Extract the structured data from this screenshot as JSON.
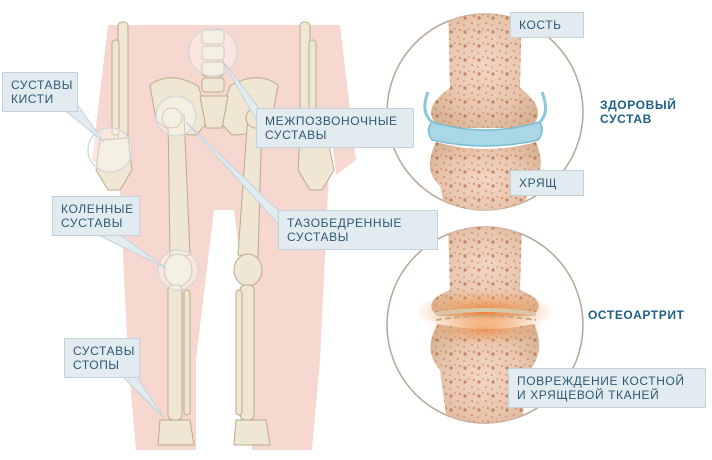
{
  "labels": {
    "hand": [
      "СУСТАВЫ",
      "КИСТИ"
    ],
    "spine": [
      "МЕЖПОЗВОНОЧНЫЕ",
      "СУСТАВЫ"
    ],
    "knee": [
      "КОЛЕННЫЕ",
      "СУСТАВЫ"
    ],
    "hip": [
      "ТАЗОБЕДРЕННЫЕ",
      "СУСТАВЫ"
    ],
    "foot": [
      "СУСТАВЫ",
      "СТОПЫ"
    ],
    "bone": "КОСТЬ",
    "cartilage": "ХРЯЩ",
    "damage": [
      "ПОВРЕЖДЕНИЕ КОСТНОЙ",
      "И ХРЯЩЕВОЙ ТКАНЕЙ"
    ]
  },
  "titles": {
    "healthy": [
      "ЗДОРОВЫЙ",
      "СУСТАВ"
    ],
    "osteoarthritis": "ОСТЕОАРТРИТ"
  },
  "colors": {
    "skin": "#f6d7cf",
    "bone": "#efe6d2",
    "label_bg": "#e2ebef",
    "label_text": "#2f5873",
    "title_text": "#1d5f86",
    "cartilage": "#a9d7e6",
    "inflammation": "#e8762b"
  }
}
